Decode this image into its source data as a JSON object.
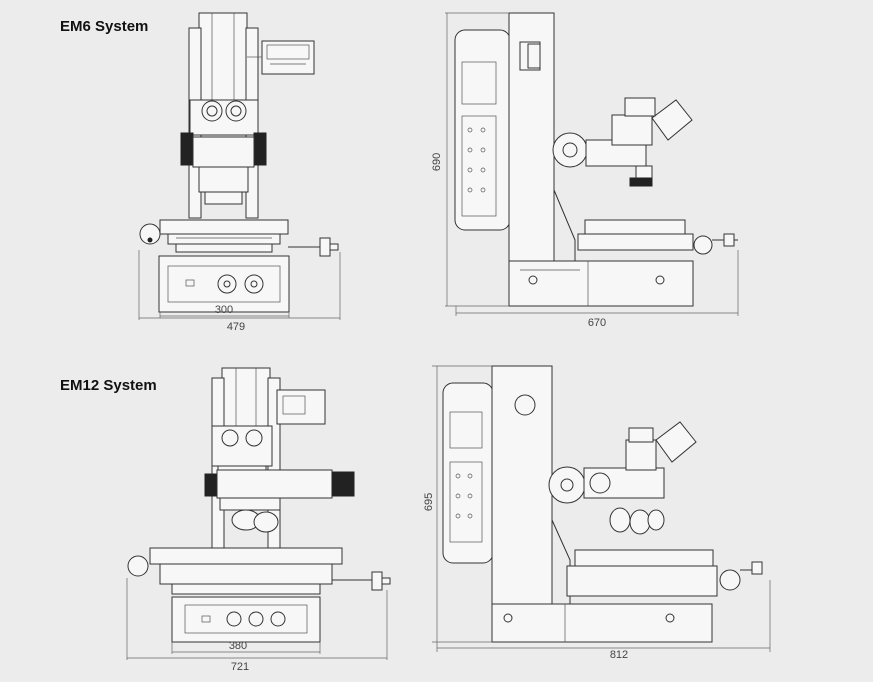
{
  "systems": [
    {
      "title": "EM6 System",
      "front": {
        "width_inner": "300",
        "width_outer": "479"
      },
      "side": {
        "height": "690",
        "depth": "670"
      }
    },
    {
      "title": "EM12 System",
      "front": {
        "width_inner": "380",
        "width_outer": "721"
      },
      "side": {
        "height": "695",
        "depth": "812"
      }
    }
  ]
}
